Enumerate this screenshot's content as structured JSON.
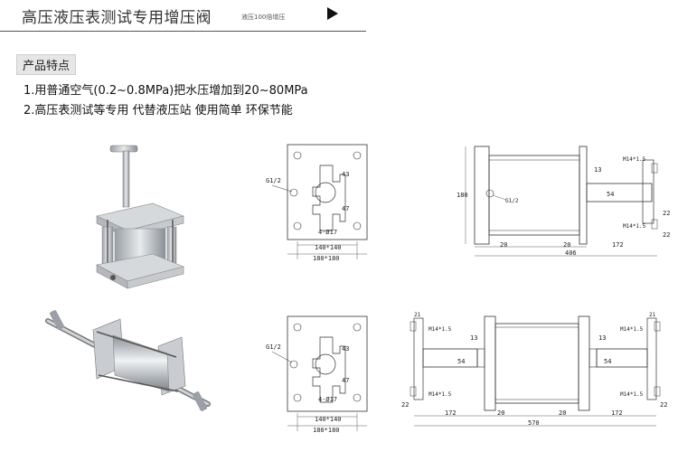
{
  "header": {
    "title": "高压液压表测试专用增压阀",
    "subtitle": "液压100倍增压"
  },
  "features": {
    "tag": "产品特点",
    "items": [
      "1.用普通空气(0.2~0.8MPa)把水压增加到20~80MPa",
      "2.高压表测试等专用  代替液压站  使用简单  环保节能"
    ]
  },
  "drawings": {
    "front_top": {
      "port": "G1/2",
      "dim1": "43",
      "dim2": "47",
      "holes": "4-Ø17",
      "inner": "140*140",
      "outer": "180*180"
    },
    "side_top": {
      "d13": "13",
      "thread_top": "M14*1.5",
      "d54": "54",
      "thread_bottom": "M14*1.5",
      "port": "G1/2",
      "height": "180",
      "d20a": "20",
      "d20b": "20",
      "d172": "172",
      "d406": "406",
      "d22a": "22",
      "d22b": "22"
    },
    "front_bottom": {
      "port": "G1/2",
      "dim1": "43",
      "dim2": "47",
      "holes": "4-Ø17",
      "inner": "140*140",
      "outer": "180*180"
    },
    "side_bottom": {
      "d21a": "21",
      "d21b": "21",
      "thread_tl": "M14*1.5",
      "thread_tr": "M14*1.5",
      "d13a": "13",
      "d13b": "13",
      "d54a": "54",
      "d54b": "54",
      "thread_bl": "M14*1.5",
      "thread_br": "M14*1.5",
      "d22a": "22",
      "d22b": "22",
      "d172a": "172",
      "d20a": "20",
      "d20b": "20",
      "d172b": "172",
      "d570": "570"
    }
  }
}
